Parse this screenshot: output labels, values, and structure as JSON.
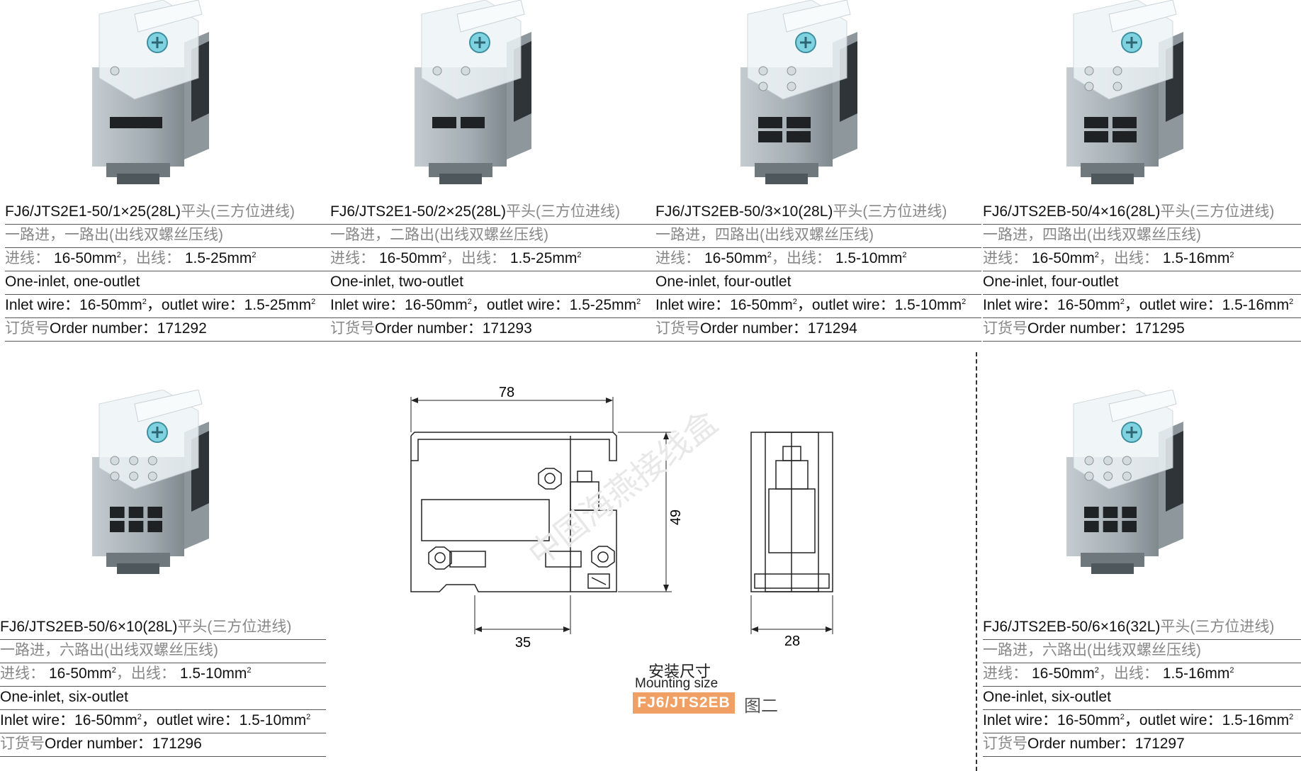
{
  "products": [
    {
      "title_model": "FJ6/JTS2E1-50/1×25(28L)",
      "title_cn": "平头(三方位进线)",
      "desc_cn": "一路进，一路出(出线双螺丝压线)",
      "wire_cn_in_label": "进线：",
      "wire_in": "16-50mm",
      "wire_cn_out_label": "，出线：",
      "wire_out": "1.5-25mm",
      "desc_en": "One-inlet, one-outlet",
      "inlet_label": "Inlet wire：",
      "inlet_value": "16-50mm",
      "outlet_label": "，outlet wire：",
      "outlet_value": "1.5-25mm",
      "order_cn": "订货号",
      "order_label": "Order number：",
      "order_value": "171292",
      "outlets": 1
    },
    {
      "title_model": "FJ6/JTS2E1-50/2×25(28L)",
      "title_cn": "平头(三方位进线)",
      "desc_cn": "一路进，二路出(出线双螺丝压线)",
      "wire_cn_in_label": "进线：",
      "wire_in": "16-50mm",
      "wire_cn_out_label": "，出线：",
      "wire_out": "1.5-25mm",
      "desc_en": "One-inlet, two-outlet",
      "inlet_label": "Inlet wire：",
      "inlet_value": "16-50mm",
      "outlet_label": "，outlet wire：",
      "outlet_value": "1.5-25mm",
      "order_cn": "订货号",
      "order_label": "Order number：",
      "order_value": "171293",
      "outlets": 2
    },
    {
      "title_model": "FJ6/JTS2EB-50/3×10(28L)",
      "title_cn": "平头(三方位进线)",
      "desc_cn": "一路进，四路出(出线双螺丝压线)",
      "wire_cn_in_label": "进线：",
      "wire_in": "16-50mm",
      "wire_cn_out_label": "，出线：",
      "wire_out": "1.5-10mm",
      "desc_en": "One-inlet, four-outlet",
      "inlet_label": "Inlet wire：",
      "inlet_value": "16-50mm",
      "outlet_label": "，outlet wire：",
      "outlet_value": "1.5-10mm",
      "order_cn": "订货号",
      "order_label": "Order number：",
      "order_value": "171294",
      "outlets": 4
    },
    {
      "title_model": "FJ6/JTS2EB-50/4×16(28L)",
      "title_cn": "平头(三方位进线)",
      "desc_cn": "一路进，四路出(出线双螺丝压线)",
      "wire_cn_in_label": "进线：",
      "wire_in": "16-50mm",
      "wire_cn_out_label": "，出线：",
      "wire_out": "1.5-16mm",
      "desc_en": "One-inlet, four-outlet",
      "inlet_label": "Inlet wire：",
      "inlet_value": "16-50mm",
      "outlet_label": "，outlet wire：",
      "outlet_value": "1.5-16mm",
      "order_cn": "订货号",
      "order_label": "Order number：",
      "order_value": "171295",
      "outlets": 4
    },
    {
      "title_model": "FJ6/JTS2EB-50/6×10(28L)",
      "title_cn": "平头(三方位进线)",
      "desc_cn": "一路进，六路出(出线双螺丝压线)",
      "wire_cn_in_label": "进线：",
      "wire_in": "16-50mm",
      "wire_cn_out_label": "，出线：",
      "wire_out": "1.5-10mm",
      "desc_en": "One-inlet, six-outlet",
      "inlet_label": "Inlet wire：",
      "inlet_value": "16-50mm",
      "outlet_label": "，outlet wire：",
      "outlet_value": "1.5-10mm",
      "order_cn": "订货号",
      "order_label": "Order number：",
      "order_value": "171296",
      "outlets": 6
    },
    {
      "title_model": "FJ6/JTS2EB-50/6×16(32L)",
      "title_cn": "平头(三方位进线)",
      "desc_cn": "一路进，六路出(出线双螺丝压线)",
      "wire_cn_in_label": "进线：",
      "wire_in": "16-50mm",
      "wire_cn_out_label": "，出线：",
      "wire_out": "1.5-16mm",
      "desc_en": "One-inlet, six-outlet",
      "inlet_label": "Inlet wire：",
      "inlet_value": "16-50mm",
      "outlet_label": "，outlet wire：",
      "outlet_value": "1.5-16mm",
      "order_cn": "订货号",
      "order_label": "Order number：",
      "order_value": "171297",
      "outlets": 6
    }
  ],
  "superscript": "2",
  "drawing": {
    "dim_width": "78",
    "dim_height": "49",
    "dim_rail": "35",
    "dim_depth": "28",
    "caption_cn": "安装尺寸",
    "caption_en": "Mounting size",
    "model_badge": "FJ6/JTS2EB",
    "figure_label": "图二",
    "watermark": "中国海燕接线盒"
  },
  "colors": {
    "badge": "#f0a064",
    "body_grey": "#a9b3b8",
    "cover_clear": "#eef3f6",
    "screw_blue": "#7fd3e0"
  }
}
